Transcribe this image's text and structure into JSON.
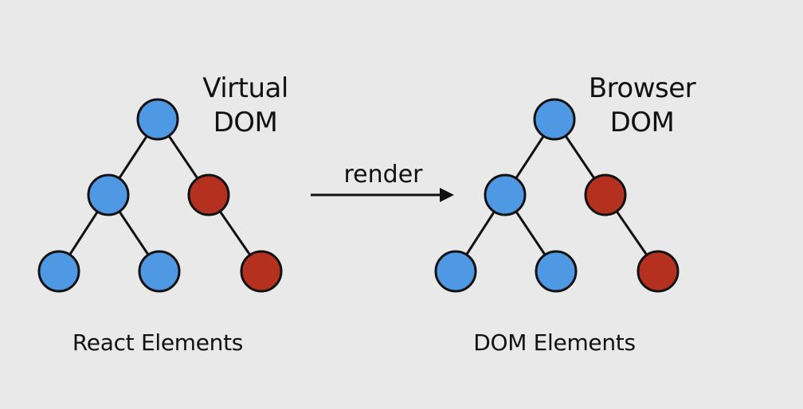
{
  "colors": {
    "background": "#e9e9e9",
    "node_unchanged": "#4f98e3",
    "node_changed": "#b5311f",
    "line": "#111111"
  },
  "left_tree": {
    "title_line1": "Virtual",
    "title_line2": "DOM",
    "caption": "React Elements",
    "nodes": [
      "blue",
      "blue",
      "red",
      "blue",
      "blue",
      "red"
    ]
  },
  "right_tree": {
    "title_line1": "Browser",
    "title_line2": "DOM",
    "caption": "DOM Elements",
    "nodes": [
      "blue",
      "blue",
      "red",
      "blue",
      "blue",
      "red"
    ]
  },
  "arrow": {
    "label": "render"
  }
}
